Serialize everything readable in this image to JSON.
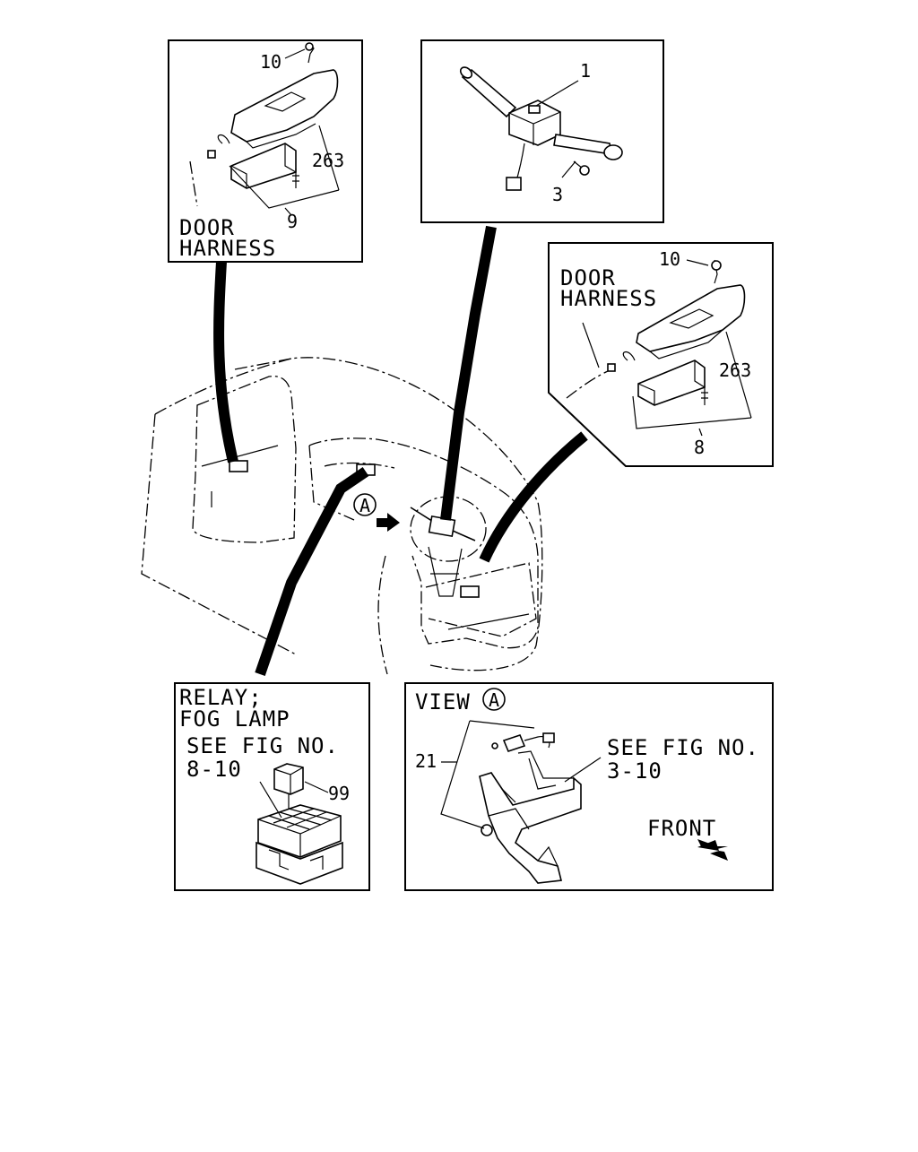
{
  "panels": {
    "left_switch": {
      "label_line1": "DOOR",
      "label_line2": "HARNESS",
      "callout_screw": "10",
      "callout_switch": "263",
      "callout_bracket": "9"
    },
    "combination_switch": {
      "callout_switch": "1",
      "callout_screw": "3"
    },
    "right_switch": {
      "label_line1": "DOOR",
      "label_line2": "HARNESS",
      "callout_screw": "10",
      "callout_switch": "263",
      "callout_bracket": "8"
    },
    "relay": {
      "title_line1": "RELAY;",
      "title_line2": "FOG LAMP",
      "ref_line1": "SEE FIG NO.",
      "ref_line2": "8-10",
      "callout_relay": "99"
    },
    "view_a": {
      "title": "VIEW",
      "view_marker": "A",
      "callout_switch": "21",
      "ref_line1": "SEE FIG NO.",
      "ref_line2": "3-10",
      "direction_label": "FRONT"
    }
  },
  "vehicle": {
    "view_marker": "A"
  },
  "icons": [
    "arrow-icon",
    "front-arrow-icon",
    "view-marker-icon"
  ]
}
